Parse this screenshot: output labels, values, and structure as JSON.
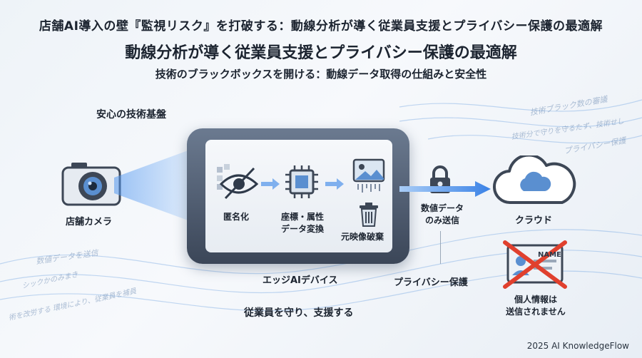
{
  "header": {
    "title": "店舗AI導入の壁『監視リスク』を打破する：動線分析が導く従業員支援とプライバシー保護の最適解",
    "subtitle": "動線分析が導く従業員支援とプライバシー保護の最適解",
    "tagline": "技術のブラックボックスを開ける：動線データ取得の仕組みと安全性"
  },
  "diagram": {
    "base_label": "安心の技術基盤",
    "camera_label": "店舗カメラ",
    "anonymize_label": "匿名化",
    "convert_label_line1": "座標・属性",
    "convert_label_line2": "データ変換",
    "destroy_label": "元映像破棄",
    "device_label": "エッジAIデバイス",
    "support_label": "従業員を守り、支援する",
    "send_label_line1": "数値データ",
    "send_label_line2": "のみ送信",
    "privacy_label": "プライバシー保護",
    "cloud_label": "クラウド",
    "id_card_text": "NAME",
    "personal_label_line1": "個人情報は",
    "personal_label_line2": "送信されません"
  },
  "decor": {
    "faint_top_1": "技術ブラック数の審議",
    "faint_top_2": "技術分で守りを守るたず、技術せし",
    "faint_top_3": "プライバシー保護",
    "faint_left_1": "数値データを送信",
    "faint_left_2": "シックかのみまき",
    "faint_left_3": "術を改労する 環境により、従業員を補員"
  },
  "footer": {
    "credit": "2025 AI KnowledgeFlow"
  },
  "colors": {
    "accent": "#3b82e6",
    "danger": "#e0402e",
    "dark": "#1c2430"
  }
}
